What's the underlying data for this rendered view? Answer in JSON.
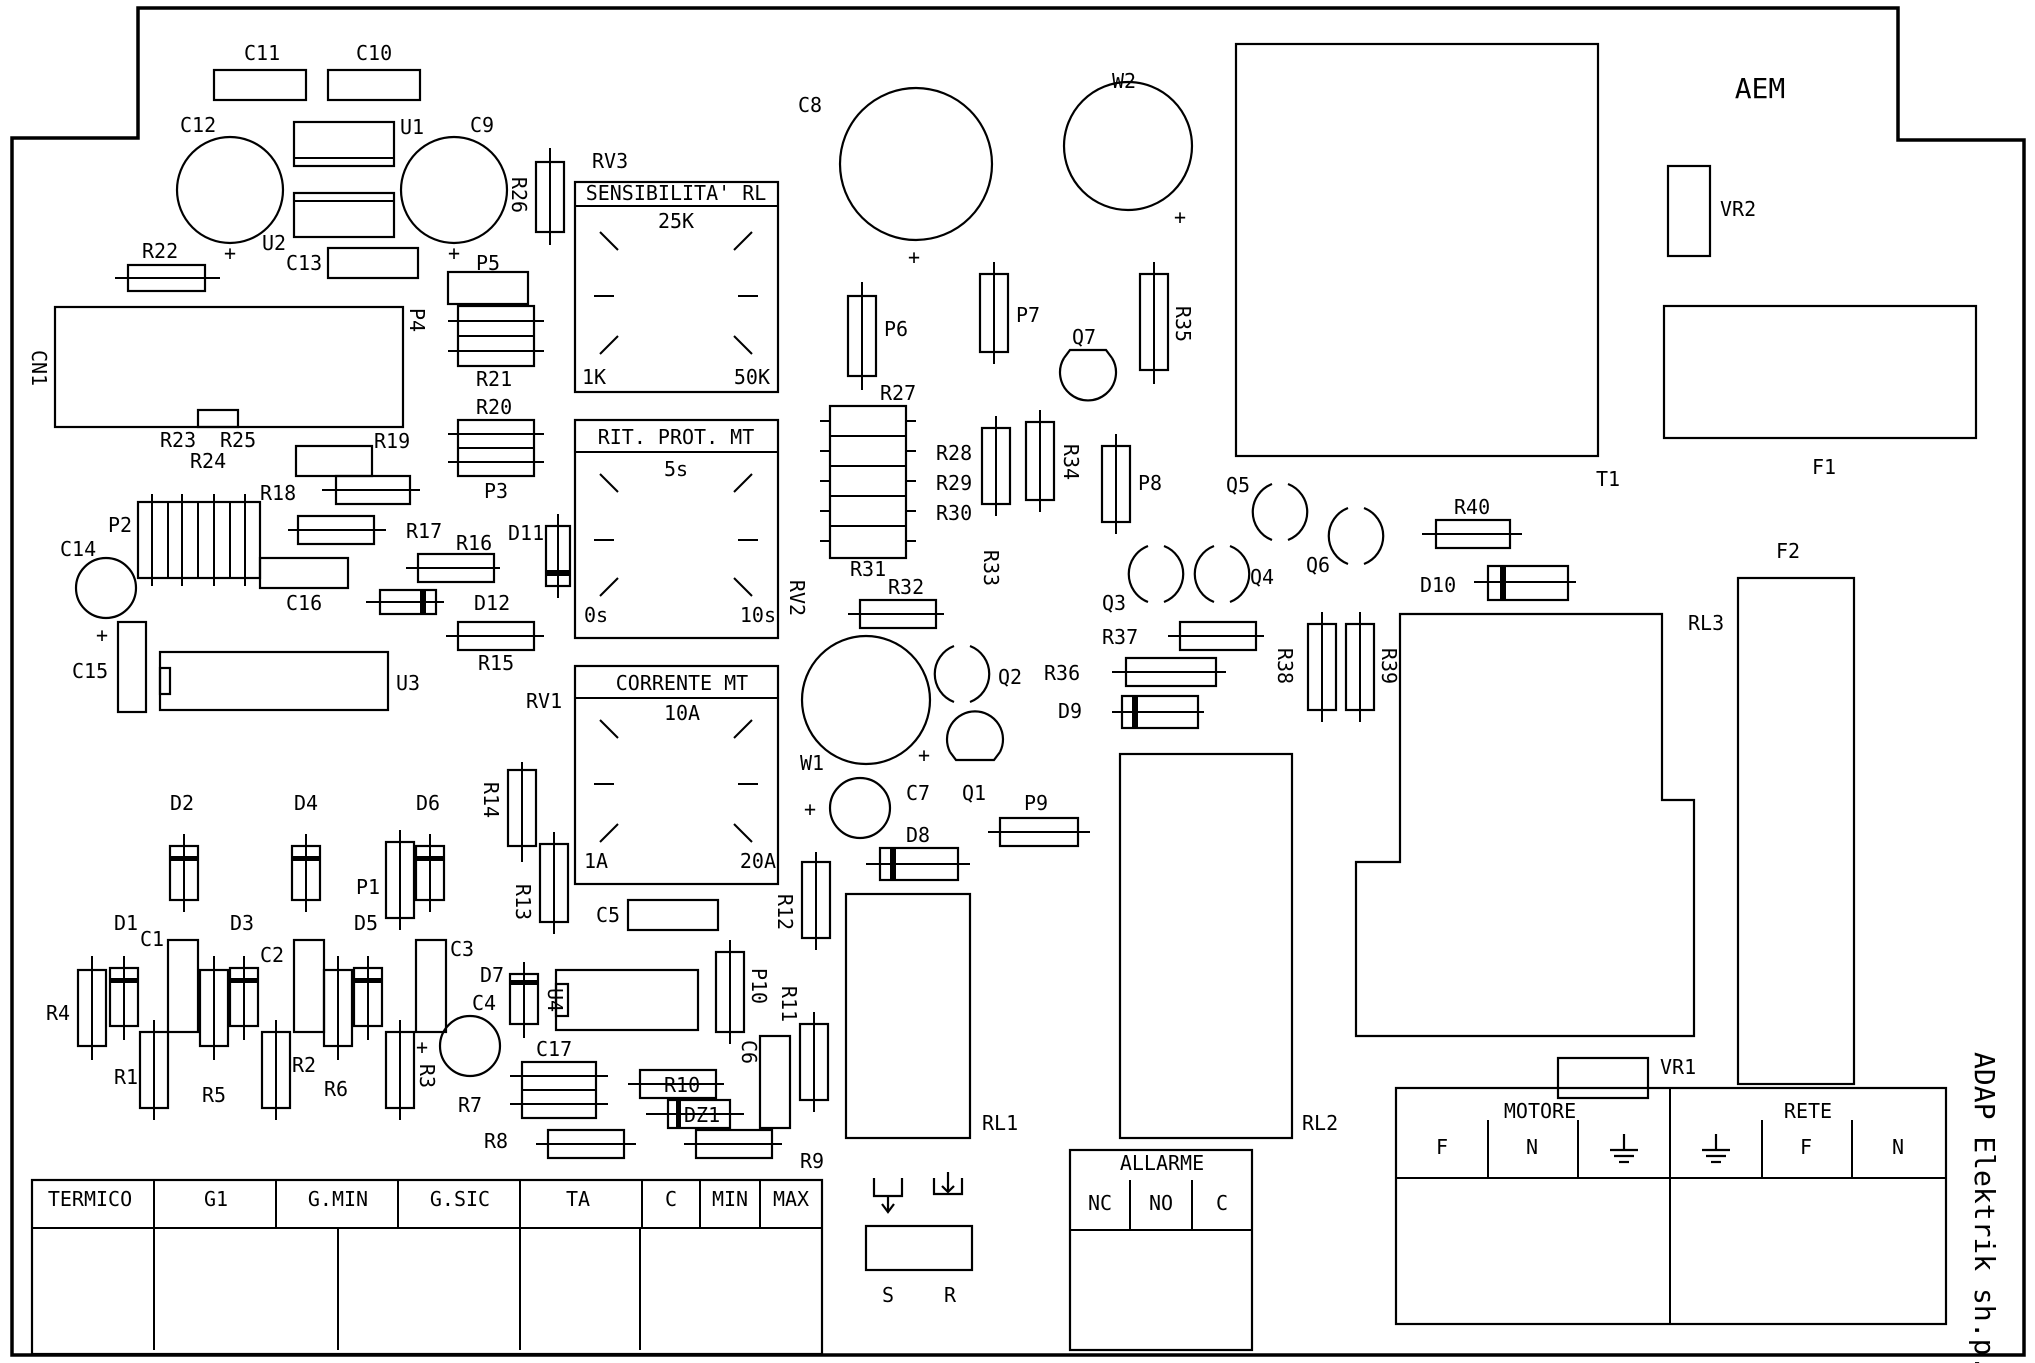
{
  "brand": "AEM",
  "manufacturer": "ADAP Elektrik sh.p.k.",
  "designators": {
    "C11": "C11",
    "C10": "C10",
    "C12": "C12",
    "C9": "C9",
    "U1": "U1",
    "U2": "U2",
    "C13": "C13",
    "R22": "R22",
    "R26": "R26",
    "RV3": "RV3",
    "C8": "C8",
    "W2": "W2",
    "VR2": "VR2",
    "P5": "P5",
    "CN1": "CN1",
    "P4": "P4",
    "R21": "R21",
    "R20": "R20",
    "P3": "P3",
    "R23": "R23",
    "R25": "R25",
    "R24": "R24",
    "R19": "R19",
    "R18": "R18",
    "P2": "P2",
    "C14": "C14",
    "R17": "R17",
    "R16": "R16",
    "D11": "D11",
    "C16": "C16",
    "D12": "D12",
    "R15": "R15",
    "C15": "C15",
    "U3": "U3",
    "RV1": "RV1",
    "RV2": "RV2",
    "P6": "P6",
    "P7": "P7",
    "Q7": "Q7",
    "R35": "R35",
    "T1": "T1",
    "F1": "F1",
    "R27": "R27",
    "R28": "R28",
    "R29": "R29",
    "R30": "R30",
    "R34": "R34",
    "P8": "P8",
    "R31": "R31",
    "R33": "R33",
    "R32": "R32",
    "Q5": "Q5",
    "Q6": "Q6",
    "R40": "R40",
    "Q3": "Q3",
    "Q4": "Q4",
    "D10": "D10",
    "F2": "F2",
    "R37": "R37",
    "RL3": "RL3",
    "R36": "R36",
    "Q2": "Q2",
    "D9": "D9",
    "R38": "R38",
    "R39": "R39",
    "W1": "W1",
    "C7": "C7",
    "Q1": "Q1",
    "P9": "P9",
    "D8": "D8",
    "R14": "R14",
    "R13": "R13",
    "C5": "C5",
    "R12": "R12",
    "D2": "D2",
    "D4": "D4",
    "D6": "D6",
    "P1": "P1",
    "D1": "D1",
    "C1": "C1",
    "D3": "D3",
    "C2": "C2",
    "D5": "D5",
    "C3": "C3",
    "R4": "R4",
    "R1": "R1",
    "R5": "R5",
    "R2": "R2",
    "R6": "R6",
    "R3": "R3",
    "D7": "D7",
    "U4": "U4",
    "C4": "C4",
    "P10": "P10",
    "R11": "R11",
    "C6": "C6",
    "C17": "C17",
    "R10": "R10",
    "DZ1": "DZ1",
    "R7": "R7",
    "R8": "R8",
    "R9": "R9",
    "RL1": "RL1",
    "RL2": "RL2",
    "VR1": "VR1"
  },
  "trimmers": {
    "sens": {
      "title": "SENSIBILITA' RL",
      "value": "25K",
      "min": "1K",
      "max": "50K"
    },
    "rit": {
      "title": "RIT. PROT. MT",
      "value": "5s",
      "min": "0s",
      "max": "10s"
    },
    "corr": {
      "title": "CORRENTE MT",
      "value": "10A",
      "min": "1A",
      "max": "20A"
    }
  },
  "terminals": {
    "left": [
      "TERMICO",
      "G1",
      "G.MIN",
      "G.SIC",
      "TA",
      "C",
      "MIN",
      "MAX"
    ],
    "jumper": {
      "s": "S",
      "r": "R"
    },
    "allarme": {
      "title": "ALLARME",
      "pins": [
        "NC",
        "NO",
        "C"
      ]
    },
    "motore": {
      "title": "MOTORE",
      "pins": [
        "F",
        "N"
      ]
    },
    "rete": {
      "title": "RETE",
      "pins": [
        "F",
        "N"
      ]
    }
  },
  "polarity": "+"
}
